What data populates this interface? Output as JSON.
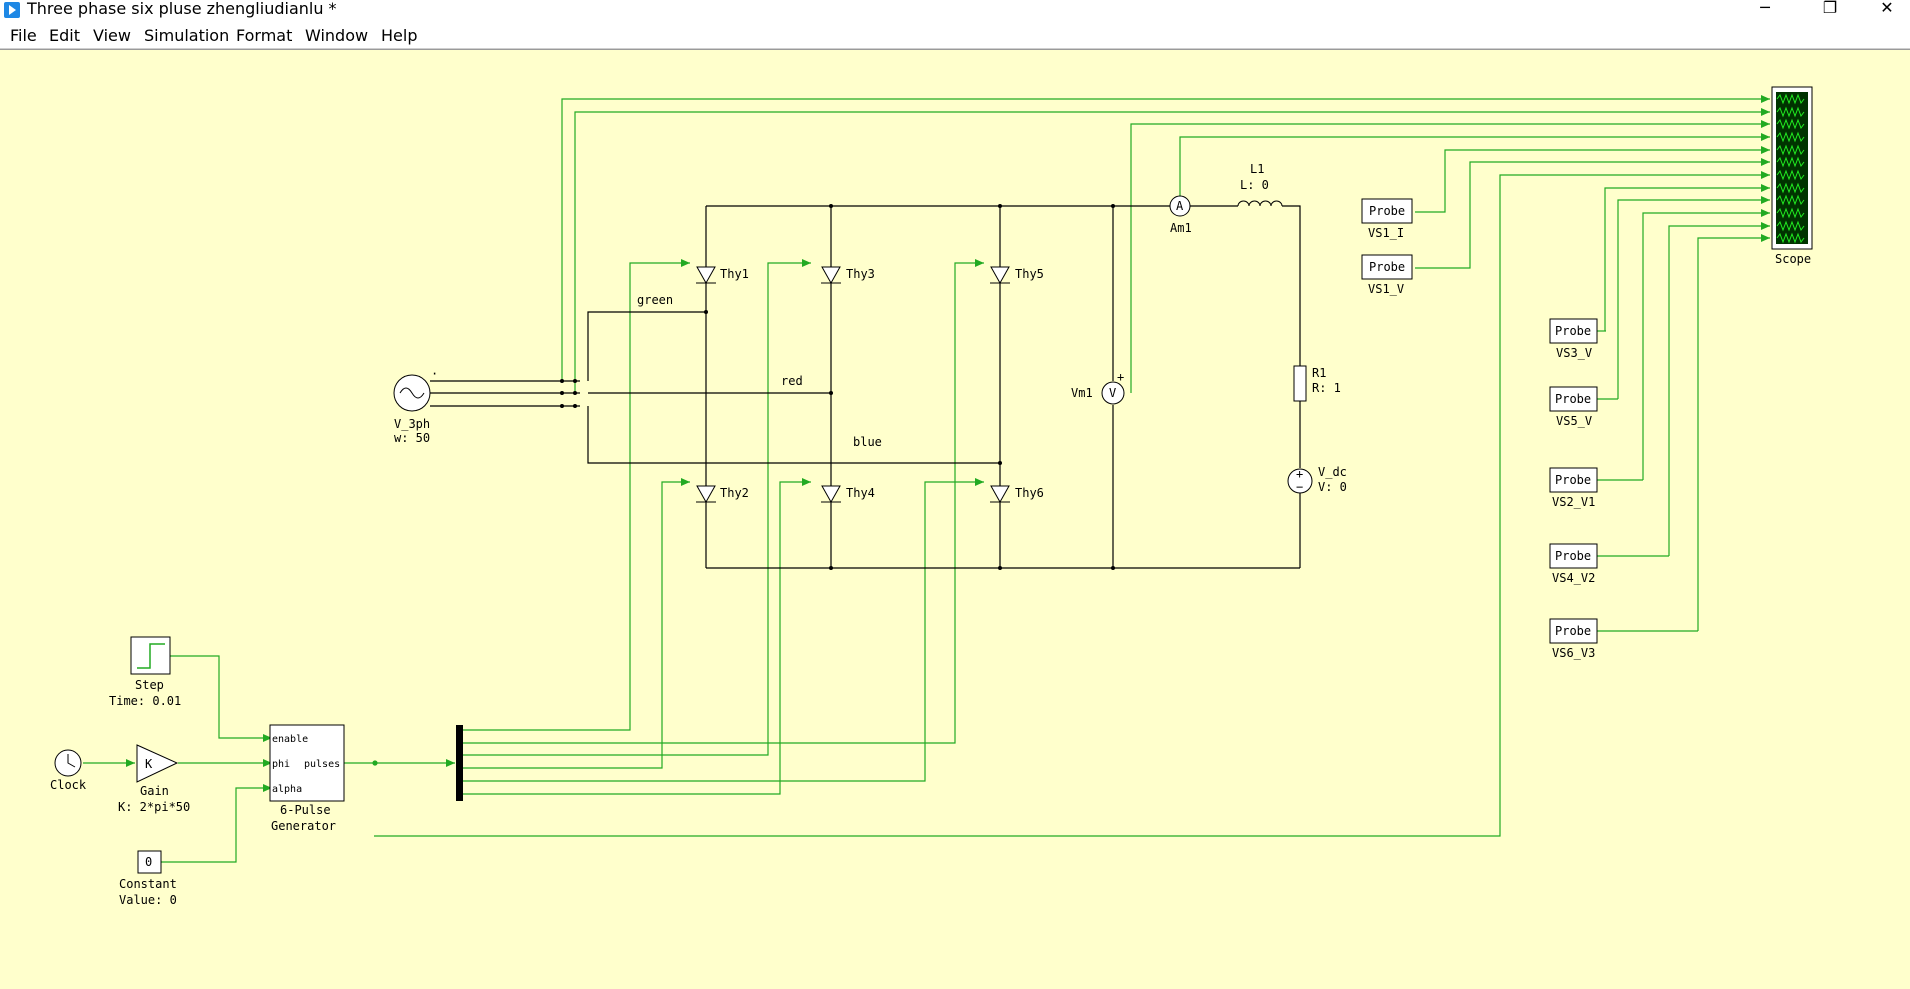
{
  "window": {
    "title": "Three phase six pluse zhengliudianlu *",
    "minimize": "─",
    "restore": "❐",
    "close": "✕"
  },
  "menu": [
    "File",
    "Edit",
    "View",
    "Simulation",
    "Format",
    "Window",
    "Help"
  ],
  "blocks": {
    "source": {
      "name": "V_3ph",
      "param": "w: 50"
    },
    "thyristors": [
      "Thy1",
      "Thy3",
      "Thy5",
      "Thy2",
      "Thy4",
      "Thy6"
    ],
    "wire_labels": [
      "green",
      "red",
      "blue"
    ],
    "inductor": {
      "name": "L1",
      "param": "L: 0"
    },
    "ammeter": {
      "name": "Am1",
      "symbol": "A"
    },
    "voltmeter": {
      "name": "Vm1",
      "symbol": "V",
      "plus": "+"
    },
    "resistor": {
      "name": "R1",
      "param": "R: 1"
    },
    "dc_source": {
      "name": "V_dc",
      "param": "V: 0",
      "plus": "+",
      "minus": "−"
    },
    "probes": [
      {
        "text": "Probe",
        "name": "VS1_I"
      },
      {
        "text": "Probe",
        "name": "VS1_V"
      },
      {
        "text": "Probe",
        "name": "VS3_V"
      },
      {
        "text": "Probe",
        "name": "VS5_V"
      },
      {
        "text": "Probe",
        "name": "VS2_V1"
      },
      {
        "text": "Probe",
        "name": "VS4_V2"
      },
      {
        "text": "Probe",
        "name": "VS6_V3"
      }
    ],
    "scope": {
      "name": "Scope"
    },
    "step": {
      "name": "Step",
      "param": "Time: 0.01"
    },
    "clock": {
      "name": "Clock"
    },
    "gain": {
      "name": "Gain",
      "symbol": "K",
      "param": "K: 2*pi*50"
    },
    "constant": {
      "name": "Constant",
      "symbol": "0",
      "param": "Value: 0"
    },
    "pulse_gen": {
      "name_line1": "6-Pulse",
      "name_line2": "Generator",
      "port_enable": "enable",
      "port_phi": "phi",
      "port_alpha": "alpha",
      "port_pulses": "pulses"
    }
  },
  "colors": {
    "canvas": "#ffffcc",
    "wire": "#000000",
    "signal": "#22aa22",
    "scope_screen": "#003300"
  }
}
